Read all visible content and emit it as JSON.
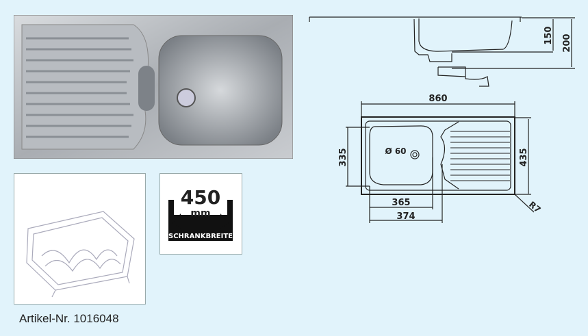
{
  "photo": {
    "icon": "sink-photo"
  },
  "accessory": {
    "icon": "dish-basket"
  },
  "badge": {
    "value": "450",
    "unit": "mm",
    "label": "SCHRANKBREITE"
  },
  "article": {
    "label": "Artikel-Nr. 1016048"
  },
  "dimensions": {
    "depth_bowl": "150",
    "depth_total": "200",
    "width": "860",
    "height": "435",
    "bowl_height": "335",
    "drain": "Ø 60",
    "bowl_width_inner": "365",
    "bowl_width_outer": "374",
    "radius": "R7"
  },
  "colors": {
    "background": "#e1f3fb",
    "line": "#222222"
  }
}
